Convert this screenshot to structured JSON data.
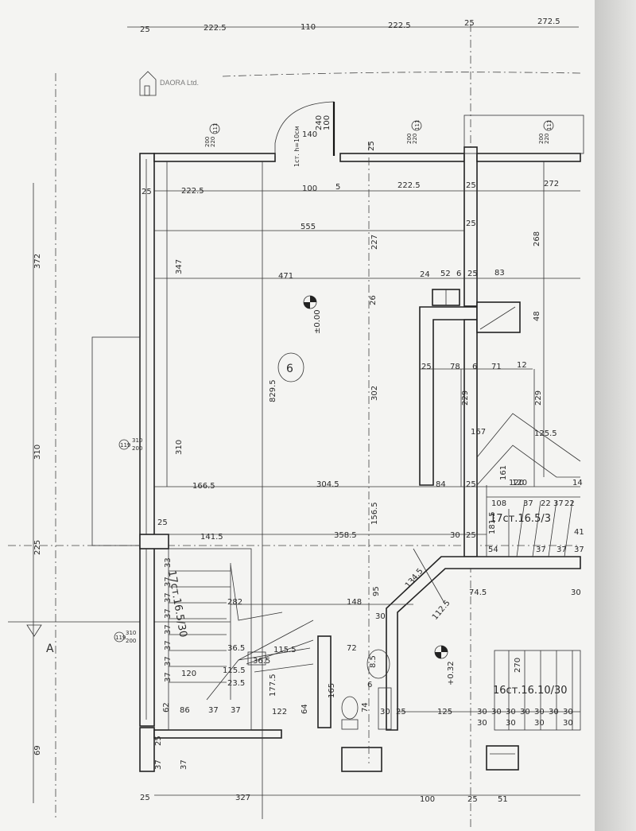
{
  "logo": {
    "text": "DAORA Ltd."
  },
  "room": {
    "number": "6",
    "level": "±0.00"
  },
  "level2": "+0.32",
  "section_mark": "A",
  "stairs": {
    "left": "17ст.16.5/30",
    "right_top": "17ст.16.5/3",
    "right_bottom": "16ст.16.10/30"
  },
  "door_note": "1ст. h=10см",
  "window_tags": [
    {
      "num": "111",
      "size_top": "220",
      "size_bottom": "200"
    },
    {
      "num": "111",
      "size_top": "220",
      "size_bottom": "200"
    },
    {
      "num": "111",
      "size_top": "220",
      "size_bottom": "200"
    },
    {
      "num": "119",
      "size_top": "310",
      "size_bottom": "200"
    },
    {
      "num": "119",
      "size_top": "310",
      "size_bottom": "200"
    }
  ],
  "dims_top": [
    "25",
    "222.5",
    "110",
    "222.5",
    "25",
    "272.5"
  ],
  "dims_row2": [
    "25",
    "222.5",
    "100",
    "5",
    "222.5",
    "25",
    "272"
  ],
  "dims_row3": [
    "555",
    "25"
  ],
  "dims_row4": [
    "471",
    "24",
    "52",
    "6",
    "25",
    "83"
  ],
  "dims_mid": [
    "25",
    "78",
    "6",
    "71",
    "12",
    "229",
    "229",
    "167",
    "125.5"
  ],
  "dims_row5": [
    "166.5",
    "304.5",
    "84",
    "25",
    "120",
    "14"
  ],
  "dims_row6": [
    "25",
    "141.5",
    "358.5",
    "30",
    "25",
    "54",
    "37",
    "37",
    "37"
  ],
  "dims_vert": [
    "347",
    "829.5",
    "310",
    "227",
    "26",
    "302",
    "156.5",
    "268",
    "48",
    "161",
    "181.5",
    "95",
    "372",
    "310",
    "225",
    "69"
  ],
  "dims_lower": [
    "148",
    "74.5",
    "30",
    "134.5",
    "112.5",
    "72",
    "8.5",
    "165",
    "74",
    "30",
    "25",
    "125",
    "270",
    "30",
    "30",
    "30",
    "30",
    "30",
    "30",
    "30",
    "30",
    "30",
    "30",
    "30"
  ],
  "dims_stair_left": [
    "33",
    "37",
    "37",
    "37",
    "37",
    "37",
    "37",
    "37",
    "120",
    "86",
    "37",
    "37",
    "122",
    "62",
    "23.5",
    "177.5",
    "115.5",
    "115.5",
    "36.5",
    "282",
    "64"
  ],
  "dims_bottom": [
    "25",
    "37",
    "25",
    "37",
    "327",
    "100",
    "25",
    "51"
  ],
  "small_dims": [
    "140",
    "100",
    "240",
    "25",
    "108",
    "37",
    "22",
    "37",
    "22",
    "41",
    "120",
    "36.5",
    "6",
    "30"
  ]
}
